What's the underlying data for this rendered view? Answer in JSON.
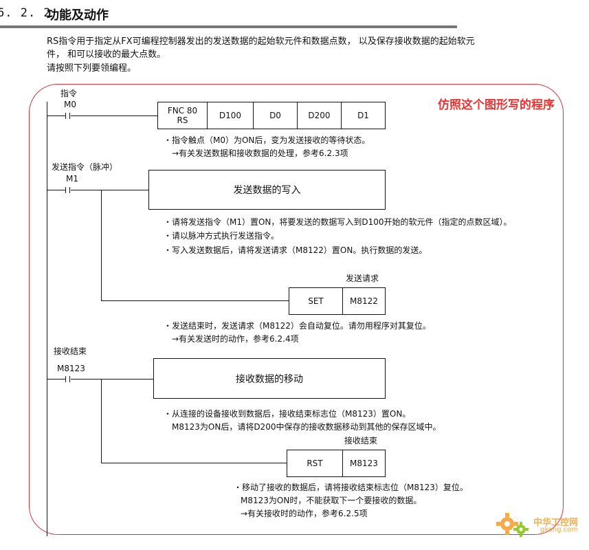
{
  "section": {
    "number": "6. 2. 2",
    "title": "功能及动作"
  },
  "intro": {
    "line1": "RS指令用于指定从FX可编程控制器发出的发送数据的起始软元件和数据点数， 以及保存接收数据的起始软元",
    "line2": "件， 和可以接收的最大点数。",
    "line3": "请按照下列要领编程。"
  },
  "annotation": "仿照这个图形写的程序",
  "rung1": {
    "label": "指令",
    "contact": "M0",
    "instruction": {
      "fnc": "FNC 80",
      "name": "RS",
      "operands": [
        "D100",
        "D0",
        "D200",
        "D1"
      ]
    },
    "notes": [
      "・指令触点（M0）为ON后，变为发送接收的等待状态。",
      "→有关发送数据和接收数据的处理，参考6.2.3项"
    ]
  },
  "rung2": {
    "label": "发送指令（脉冲）",
    "contact": "M1",
    "block": "发送数据的写入",
    "notes": [
      "・请将发送指令（M1）置ON，将要发送的数据写入到D100开始的软元件（指定的点数区域）。",
      "・请以脉冲方式执行发送指令。",
      "・写入发送数据后，请将发送请求（M8122）置ON。执行数据的发送。"
    ],
    "coil_label": "发送请求",
    "coil_cmd": "SET",
    "coil_dev": "M8122",
    "notes2": [
      "・发送结束时，发送请求（M8122）会自动复位。请勿用程序对其复位。",
      "→有关发送时的动作，参考6.2.4项"
    ]
  },
  "rung3": {
    "label": "接收结束",
    "contact": "M8123",
    "block": "接收数据的移动",
    "notes": [
      "・从连接的设备接收到数据后，接收结束标志位（M8123）置ON。",
      "M8123为ON后，请将D200中保存的接收数据移动到其他的保存区域中。"
    ],
    "coil_label": "接收结束",
    "coil_cmd": "RST",
    "coil_dev": "M8123",
    "notes2": [
      "・移动了接收的数据后，请将接收结束标志位（M8123）复位。",
      "M8123为ON时，不能获取下一个要接收的数据。",
      "→有关接收时的动作，参考6.2.5项"
    ]
  },
  "watermark": {
    "site": "中华工控网",
    "url": "gkong.com"
  },
  "colors": {
    "annotation": "#e33333",
    "frame": "#dd3333",
    "heading_rule": "#777777"
  }
}
